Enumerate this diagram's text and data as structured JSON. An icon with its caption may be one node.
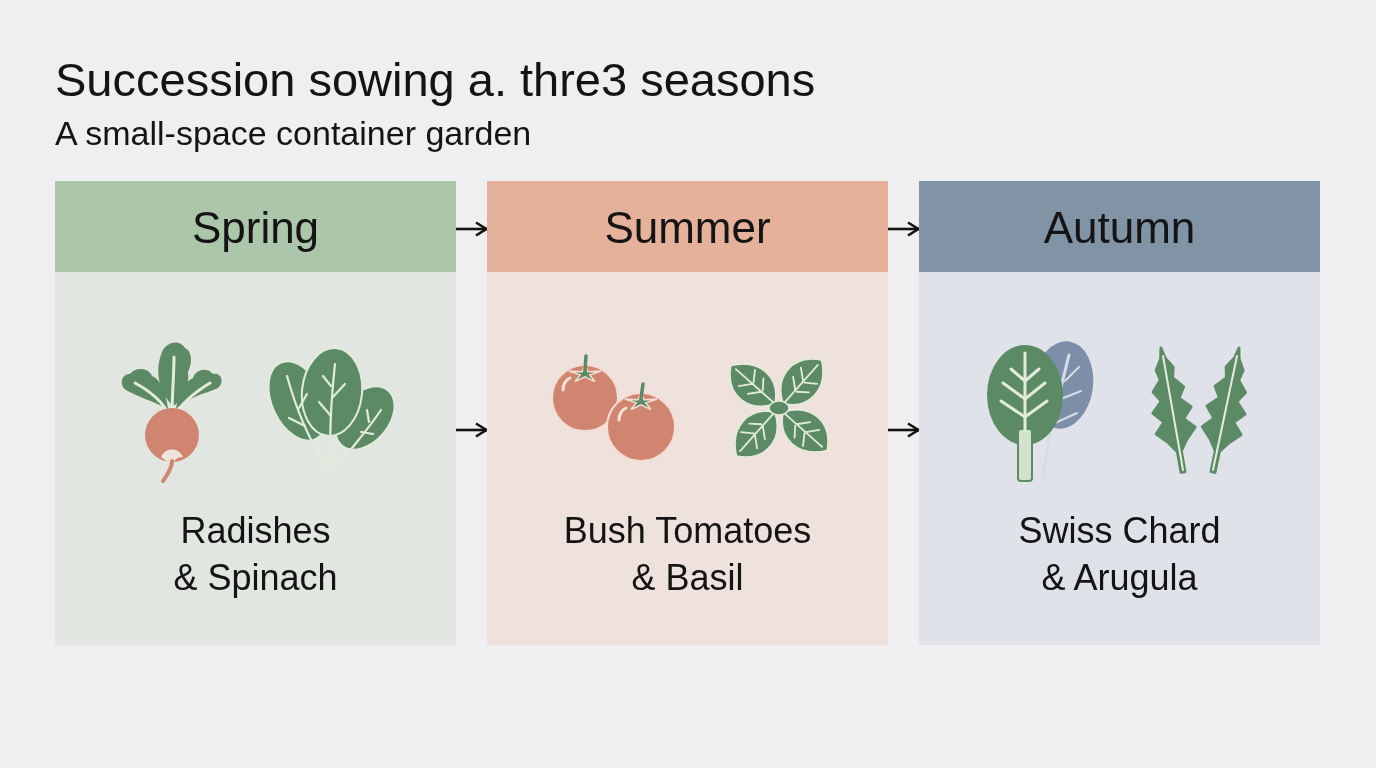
{
  "diagram": {
    "title": "Succession sowing a. thre3 seasons",
    "nodes": [
      {
        "text": [
          "Spring"
        ]
      },
      {
        "text": [
          "Radishes & Spinach"
        ]
      },
      {
        "text": [
          "Summer"
        ]
      },
      {
        "text": [
          "Bush Tomatoes & Basil"
        ]
      },
      {
        "text": [
          "Autumn"
        ]
      },
      {
        "text": [
          "Swiss Chard & Arugula"
        ]
      }
    ],
    "edges": [
      {
        "from": 0,
        "to": 2,
        "arrow": "to"
      },
      {
        "from": 2,
        "to": 4,
        "arrow": "to"
      },
      {
        "from": 1,
        "to": 3,
        "arrow": "to"
      },
      {
        "from": 3,
        "to": 5,
        "arrow": "to"
      }
    ],
    "labels": [
      "A small-space container garden"
    ]
  }
}
